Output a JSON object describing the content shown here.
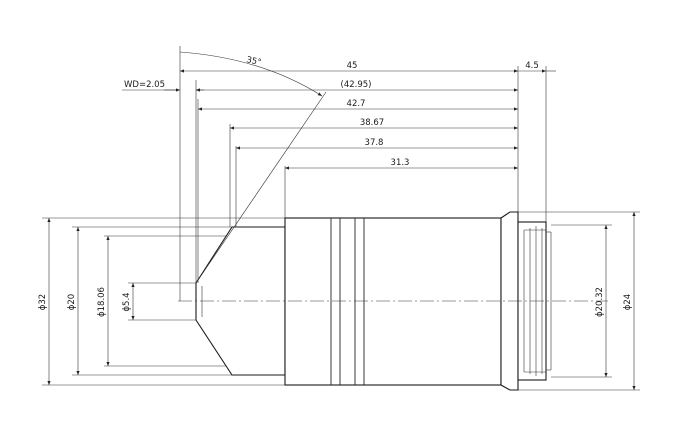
{
  "dimensions": {
    "length_total": "45",
    "length_flange": "4.5",
    "parfocal": "(42.95)",
    "len_42_7": "42.7",
    "len_38_67": "38.67",
    "len_37_8": "37.8",
    "len_31_3": "31.3",
    "working_distance": "WD=2.05",
    "angle": "35°",
    "dia_32": "ϕ32",
    "dia_20": "ϕ20",
    "dia_18_06": "ϕ18.06",
    "dia_5_4": "ϕ5.4",
    "dia_20_32": "ϕ20.32",
    "dia_24": "ϕ24"
  }
}
